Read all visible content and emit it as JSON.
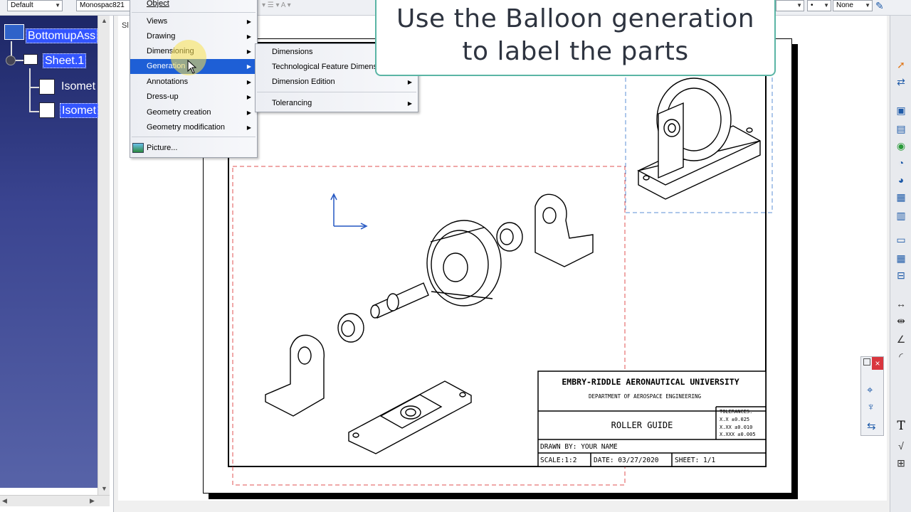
{
  "toolbar": {
    "style_combo": "Default",
    "font_combo": "Monospac821",
    "right_combo_1": "•",
    "right_combo_2": "None"
  },
  "tree": {
    "root_label": "BottomupAss",
    "sheet_label": "Sheet.1",
    "view1_label": "Isomet",
    "view2_label": "Isomet"
  },
  "canvas": {
    "tab_label": "Sl"
  },
  "insert_menu": {
    "items": [
      {
        "label": "Object"
      },
      {
        "label": "Views"
      },
      {
        "label": "Drawing"
      },
      {
        "label": "Dimensioning"
      },
      {
        "label": "Generation"
      },
      {
        "label": "Annotations"
      },
      {
        "label": "Dress-up"
      },
      {
        "label": "Geometry creation"
      },
      {
        "label": "Geometry modification"
      },
      {
        "label": "Picture..."
      }
    ]
  },
  "generation_submenu": {
    "items": [
      {
        "label": "Dimensions"
      },
      {
        "label": "Technological Feature Dimensions"
      },
      {
        "label": "Dimension Edition"
      },
      {
        "label": "Tolerancing"
      }
    ]
  },
  "callout": {
    "line1": "Use the Balloon generation",
    "line2": "to label the parts"
  },
  "title_block": {
    "university": "EMBRY-RIDDLE AERONAUTICAL UNIVERSITY",
    "department": "DEPARTMENT OF AEROSPACE ENGINEERING",
    "part_name": "ROLLER GUIDE",
    "tolerances_title": "TOLERANCES:",
    "tol_1": "X.X   ±0.025",
    "tol_2": "X.XX  ±0.010",
    "tol_3": "X.XXX ±0.005",
    "drawn_by": "DRAWN BY: YOUR NAME",
    "scale": "SCALE:1:2",
    "date": "DATE: 03/27/2020",
    "sheet": "SHEET: 1/1"
  },
  "colors": {
    "menu_highlight": "#1e5fd6",
    "tree_background": "#2b3578",
    "callout_border": "#5ab5a5",
    "view_frame_red": "#e05050",
    "view_frame_blue": "#5b8fd6"
  },
  "icons": [
    "cursor-icon",
    "tree-root-icon",
    "sheet-icon",
    "view-icon",
    "picture-icon",
    "close-icon",
    "text-tool-icon",
    "table-icon"
  ]
}
